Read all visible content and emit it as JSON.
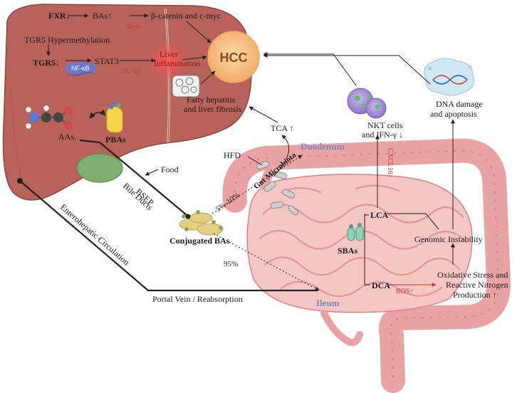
{
  "liver": {
    "fxr": "FXR↓",
    "bas_up": "BAs↑",
    "beta_catenin": "β-catenin and c-myc",
    "il6": "IL-6",
    "tgr5_hyper": "TGR5 Hypermethylation",
    "tgr5_down": "TGR5↓",
    "stat3": "STAT3",
    "nfkb": "NF-κB",
    "il1b": "IL-1β",
    "inflammation_1": "Liver",
    "inflammation_2": "Inflammation",
    "hcc": "HCC",
    "fatty_1": "Fatty hepatitis",
    "fatty_2": "and liver fibrosis",
    "aas": "AAs.",
    "pbas": "PBAs"
  },
  "flow": {
    "bile_ducts": "Bile Ducts",
    "bsep": "BSEP",
    "food": "Food",
    "conjugated": "Conjugated BAs",
    "enterohepatic": "Enterohepatic Circulation",
    "portal": "Portal Vein / Reabsorption",
    "pct_small": "5%-10%",
    "pct_large": "95%"
  },
  "gut": {
    "tca": "TCA ↑",
    "hfd": "HFD",
    "gut_microbiota": "Gut Microbiota",
    "duodenum": "Duodenum",
    "ileum": "Ileum",
    "sbas": "SBAs",
    "lca": "LCA",
    "dca": "DCA",
    "ros": "ROS↑",
    "cxcl16": "CXCL16↑"
  },
  "right": {
    "nkt_1": "NKT cells",
    "nkt_2": "and IFN-γ ↓",
    "dna_1": "DNA damage",
    "dna_2": "and apoptosis",
    "genomic": "Genomic Instability",
    "oxidative_1": "Oxidative Stress and",
    "oxidative_2": "Reactive Nitrogen",
    "oxidative_3": "Production ↑"
  },
  "colors": {
    "liver": "#b8625a",
    "liver_light": "#c9776d",
    "gut": "#f0b0ae",
    "gut_dark": "#d98383",
    "hcc": "#f7c48c",
    "gallbladder": "#7fae6f"
  }
}
